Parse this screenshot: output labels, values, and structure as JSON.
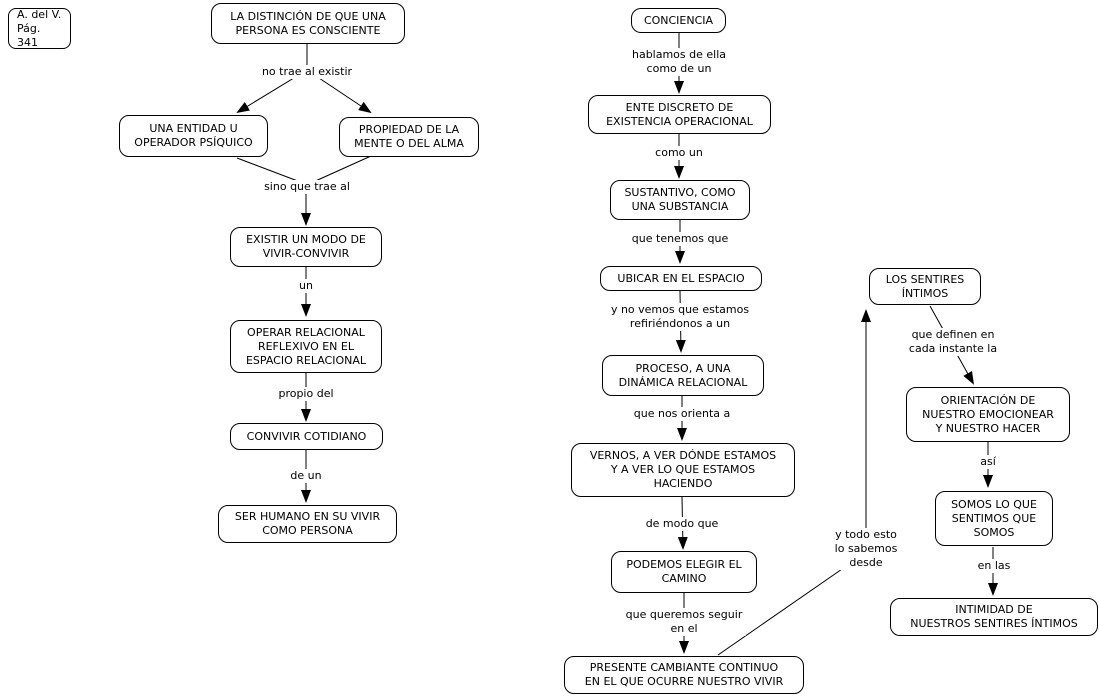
{
  "meta": {
    "diagram_type": "concept-map",
    "line_color": "#000000",
    "box_fill": "#ffffff",
    "box_border": "#000000",
    "text_color": "#000000"
  },
  "credit": {
    "text": "A. del V.\nPág. 341"
  },
  "nodes": {
    "distincion": "LA DISTINCIÓN DE QUE UNA\nPERSONA ES CONSCIENTE",
    "entidad": "UNA ENTIDAD U\nOPERADOR PSÍQUICO",
    "propiedad": "PROPIEDAD DE LA\nMENTE O DEL ALMA",
    "existir": "EXISTIR UN MODO DE\nVIVIR-CONVIVIR",
    "operar": "OPERAR RELACIONAL\nREFLEXIVO EN EL\nESPACIO RELACIONAL",
    "convivir": "CONVIVIR COTIDIANO",
    "serhumano": "SER HUMANO EN SU VIVIR\nCOMO PERSONA",
    "conciencia": "CONCIENCIA",
    "ente": "ENTE DISCRETO DE\nEXISTENCIA OPERACIONAL",
    "sustantivo": "SUSTANTIVO, COMO\nUNA SUBSTANCIA",
    "ubicar": "UBICAR EN EL ESPACIO",
    "proceso": "PROCESO, A UNA\nDINÁMICA RELACIONAL",
    "vernos": "VERNOS, A VER DÓNDE ESTAMOS\nY A VER LO QUE ESTAMOS\nHACIENDO",
    "podemos": "PODEMOS ELEGIR EL\nCAMINO",
    "presente": "PRESENTE CAMBIANTE CONTINUO\nEN EL QUE OCURRE NUESTRO VIVIR",
    "sentires": "LOS SENTIRES\nÍNTIMOS",
    "orientacion": "ORIENTACIÓN DE\nNUESTRO EMOCIONEAR\nY NUESTRO HACER",
    "somos": "SOMOS LO QUE\nSENTIMOS QUE\nSOMOS",
    "intimidad": "INTIMIDAD DE\nNUESTROS SENTIRES ÍNTIMOS"
  },
  "labels": {
    "no_trae": "no trae al existir",
    "sino": "sino que trae al",
    "un": "un",
    "propio": "propio del",
    "de_un": "de un",
    "hablamos": "hablamos de ella\ncomo de un",
    "como_un": "como un",
    "tenemos": "que tenemos que",
    "no_vemos": "y no vemos que estamos\nrefiriéndonos a un",
    "orienta": "que nos orienta a",
    "modo": "de modo que",
    "seguir": "que queremos seguir\nen el",
    "definen": "que definen en\ncada instante la",
    "asi": "así",
    "en_las": "en las",
    "sabemos": "y todo esto\nlo sabemos\ndesde"
  }
}
